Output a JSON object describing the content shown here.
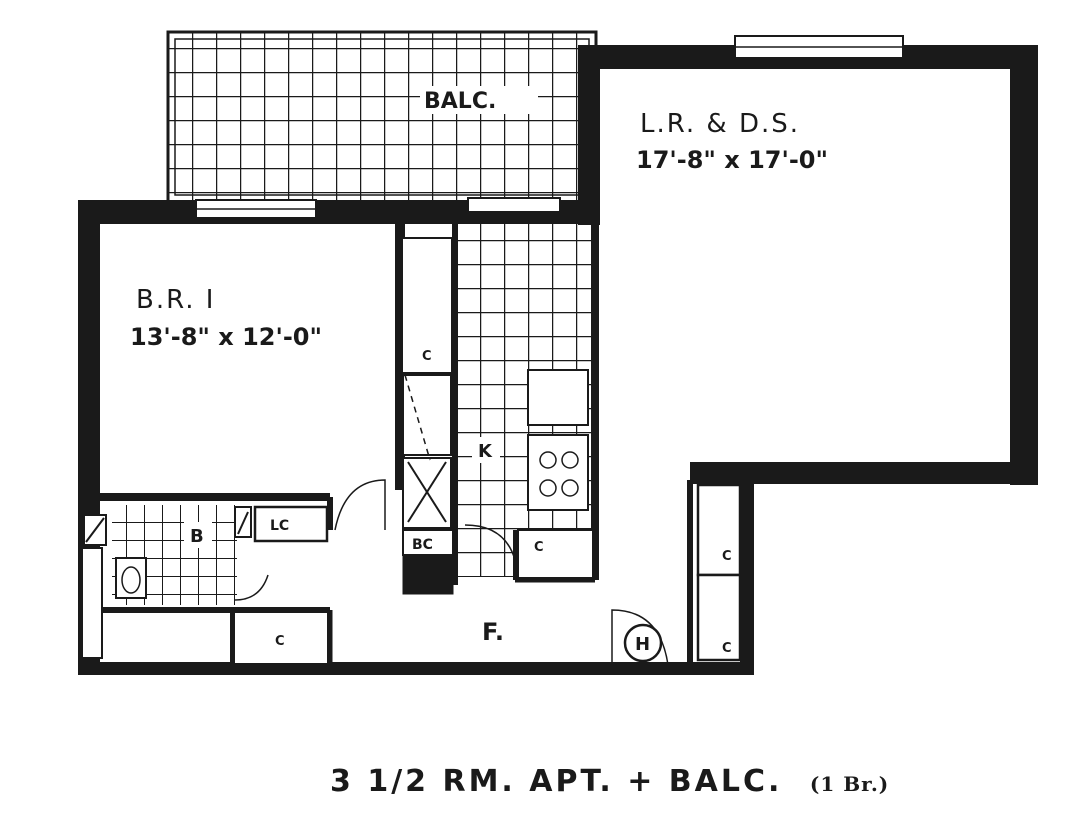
{
  "rooms": {
    "balcony": {
      "label": "BALC."
    },
    "living": {
      "label": "L.R. & D.S.",
      "size": "17'-8\" x 17'-0\""
    },
    "bedroom": {
      "label": "B.R. I",
      "size": "13'-8\" x 12'-0\""
    },
    "kitchen": {
      "label": "K"
    },
    "bath": {
      "label": "B"
    },
    "foyer": {
      "label": "F."
    }
  },
  "closets": {
    "linen": "LC",
    "broom": "BC",
    "closet": "C",
    "heater": "H"
  },
  "caption": {
    "main": "3 1/2 RM. APT. + BALC.",
    "sub": "(1 Br.)"
  }
}
